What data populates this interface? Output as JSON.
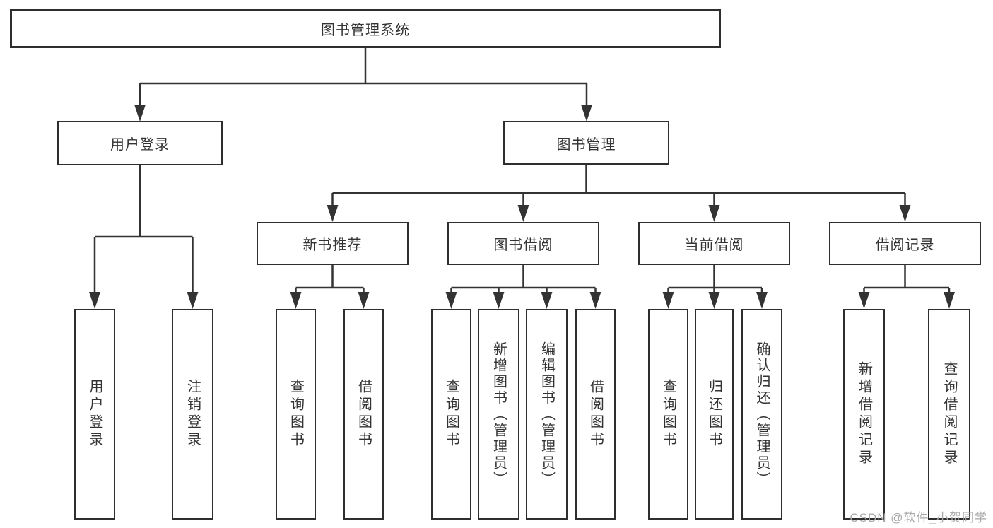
{
  "diagram": {
    "title_node": {
      "label": "图书管理系统"
    },
    "level2": [
      {
        "id": "user-login",
        "label": "用户登录"
      },
      {
        "id": "book-management",
        "label": "图书管理"
      }
    ],
    "level3": [
      {
        "id": "new-book-recommend",
        "label": "新书推荐"
      },
      {
        "id": "book-borrowing",
        "label": "图书借阅"
      },
      {
        "id": "current-borrowing",
        "label": "当前借阅"
      },
      {
        "id": "borrowing-records",
        "label": "借阅记录"
      }
    ],
    "leaves": [
      {
        "id": "user-login-leaf",
        "parent": "user-login",
        "label": "用户登录"
      },
      {
        "id": "logout-leaf",
        "parent": "user-login",
        "label": "注销登录"
      },
      {
        "id": "nb-query-books",
        "parent": "new-book-recommend",
        "label": "查询图书"
      },
      {
        "id": "nb-borrow-books",
        "parent": "new-book-recommend",
        "label": "借阅图书"
      },
      {
        "id": "bb-query-books",
        "parent": "book-borrowing",
        "label": "查询图书"
      },
      {
        "id": "bb-add-books-admin",
        "parent": "book-borrowing",
        "label": "新增图书（管理员）"
      },
      {
        "id": "bb-edit-books-admin",
        "parent": "book-borrowing",
        "label": "编辑图书（管理员）"
      },
      {
        "id": "bb-borrow-books",
        "parent": "book-borrowing",
        "label": "借阅图书"
      },
      {
        "id": "cb-query-books",
        "parent": "current-borrowing",
        "label": "查询图书"
      },
      {
        "id": "cb-return-books",
        "parent": "current-borrowing",
        "label": "归还图书"
      },
      {
        "id": "cb-confirm-return-admin",
        "parent": "current-borrowing",
        "label": "确认归还（管理员）"
      },
      {
        "id": "br-add-record",
        "parent": "borrowing-records",
        "label": "新增借阅记录"
      },
      {
        "id": "br-query-record",
        "parent": "borrowing-records",
        "label": "查询借阅记录"
      }
    ]
  },
  "watermark": {
    "text": "CSDN @软件_小贺同学"
  },
  "colors": {
    "line": "#333333",
    "box_border": "#2e2e2e",
    "box_fill": "#ffffff",
    "text": "#333333",
    "watermark": "#a9a9a9"
  }
}
